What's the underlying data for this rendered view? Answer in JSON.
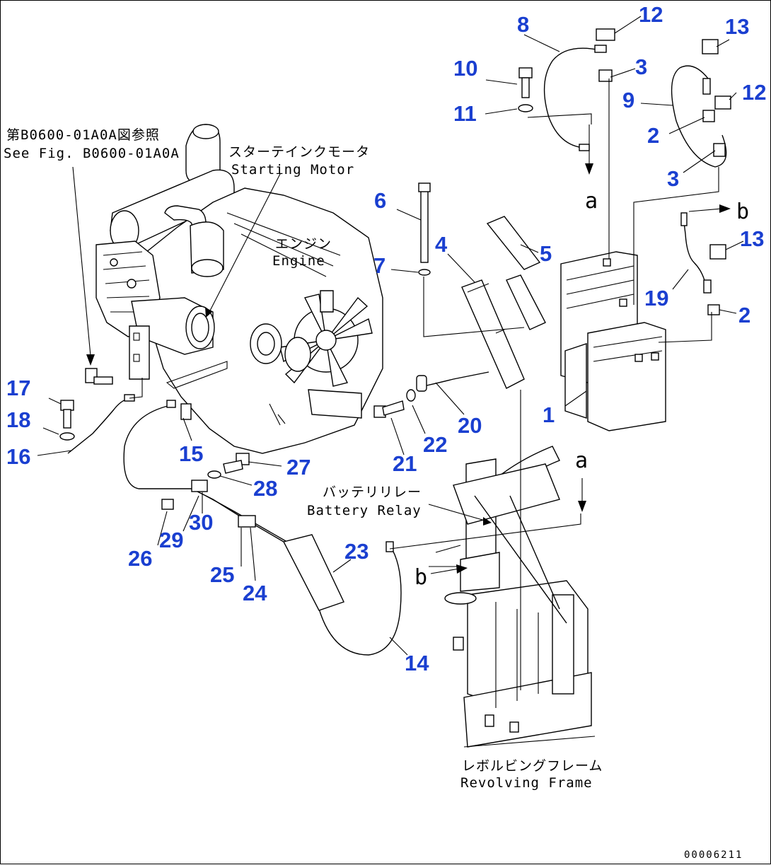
{
  "figure_id": "00006211",
  "letters": {
    "a": "a",
    "b": "b"
  },
  "captions": {
    "ref_jp": "第B0600-01A0A図参照",
    "ref_en": "See Fig. B0600-01A0A",
    "starting_motor_jp": "スターテインクモータ",
    "starting_motor_en": "Starting Motor",
    "engine_jp": "エンジン",
    "engine_en": "Engine",
    "battery_relay_jp": "バッテリリレー",
    "battery_relay_en": "Battery Relay",
    "revolving_frame_jp": "レボルビングフレーム",
    "revolving_frame_en": "Revolving Frame"
  },
  "callouts": {
    "c1": "1",
    "c2a": "2",
    "c2b": "2",
    "c3a": "3",
    "c3b": "3",
    "c4": "4",
    "c5": "5",
    "c6": "6",
    "c7": "7",
    "c8": "8",
    "c9": "9",
    "c10": "10",
    "c11": "11",
    "c12a": "12",
    "c12b": "12",
    "c13a": "13",
    "c13b": "13",
    "c14": "14",
    "c15": "15",
    "c16": "16",
    "c17": "17",
    "c18": "18",
    "c19": "19",
    "c20": "20",
    "c21": "21",
    "c22": "22",
    "c23": "23",
    "c24": "24",
    "c25": "25",
    "c26": "26",
    "c27": "27",
    "c28": "28",
    "c29": "29",
    "c30": "30"
  }
}
